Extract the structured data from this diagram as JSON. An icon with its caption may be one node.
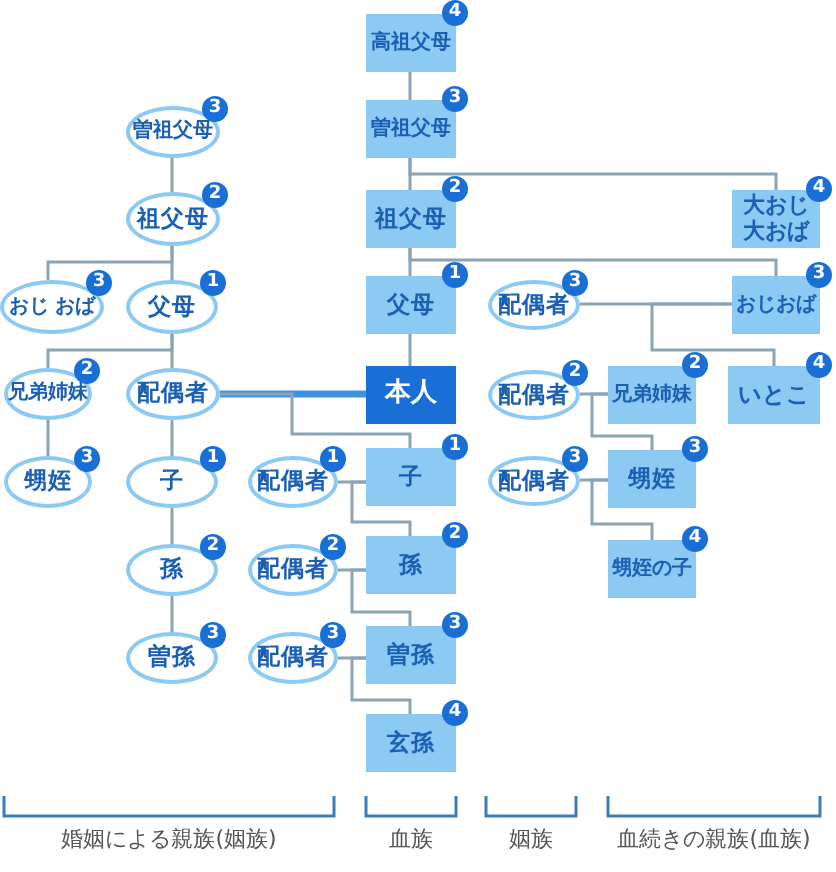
{
  "diagram": {
    "nodes": [
      {
        "text": [
          "4",
          "高祖父母"
        ]
      },
      {
        "text": [
          "3",
          "曽祖父母"
        ]
      },
      {
        "text": [
          "3",
          "曽祖父母"
        ]
      },
      {
        "text": [
          "2",
          "祖父母"
        ]
      },
      {
        "text": [
          "2",
          "祖父母"
        ]
      },
      {
        "text": [
          "4",
          "大おじ大おば"
        ]
      },
      {
        "text": [
          "3",
          "おじ おば"
        ]
      },
      {
        "text": [
          "1",
          "父母"
        ]
      },
      {
        "text": [
          "1",
          "父母"
        ]
      },
      {
        "text": [
          "3",
          "配偶者"
        ]
      },
      {
        "text": [
          "3",
          "おじおば"
        ]
      },
      {
        "text": [
          "2",
          "兄弟姉妹"
        ]
      },
      {
        "text": [
          "配偶者"
        ]
      },
      {
        "text": [
          "本人"
        ]
      },
      {
        "text": [
          "2",
          "配偶者"
        ]
      },
      {
        "text": [
          "2",
          "兄弟姉妹"
        ]
      },
      {
        "text": [
          "4",
          "いとこ"
        ]
      },
      {
        "text": [
          "3",
          "甥姪"
        ]
      },
      {
        "text": [
          "1",
          "子"
        ]
      },
      {
        "text": [
          "1",
          "配偶者"
        ]
      },
      {
        "text": [
          "1",
          "子"
        ]
      },
      {
        "text": [
          "3",
          "配偶者"
        ]
      },
      {
        "text": [
          "3",
          "甥姪"
        ]
      },
      {
        "text": [
          "2",
          "孫"
        ]
      },
      {
        "text": [
          "2",
          "配偶者"
        ]
      },
      {
        "text": [
          "2",
          "孫"
        ]
      },
      {
        "text": [
          "4",
          "甥姪の子"
        ]
      },
      {
        "text": [
          "3",
          "曽孫"
        ]
      },
      {
        "text": [
          "3",
          "配偶者"
        ]
      },
      {
        "text": [
          "3",
          "曽孫"
        ]
      },
      {
        "text": [
          "4",
          "玄孫"
        ]
      }
    ],
    "edges": [
      {
        "from": 0,
        "to": 2,
        "arrow": "none"
      },
      {
        "from": 2,
        "to": 4,
        "arrow": "none"
      },
      {
        "from": 2,
        "to": 5,
        "arrow": "none"
      },
      {
        "from": 4,
        "to": 8,
        "arrow": "none"
      },
      {
        "from": 4,
        "to": 10,
        "arrow": "none"
      },
      {
        "from": 8,
        "to": 13,
        "arrow": "none"
      },
      {
        "from": 9,
        "to": 10,
        "arrow": "none"
      },
      {
        "from": 10,
        "to": 16,
        "arrow": "none"
      },
      {
        "from": 14,
        "to": 15,
        "arrow": "none"
      },
      {
        "from": 15,
        "to": 22,
        "arrow": "none"
      },
      {
        "from": 21,
        "to": 22,
        "arrow": "none"
      },
      {
        "from": 22,
        "to": 26,
        "arrow": "none"
      },
      {
        "from": 12,
        "to": 13,
        "arrow": "none",
        "style": "thick",
        "color": "#3d93e0"
      },
      {
        "from": 12,
        "to": 20,
        "arrow": "none"
      },
      {
        "from": 19,
        "to": 20,
        "arrow": "none"
      },
      {
        "from": 20,
        "to": 25,
        "arrow": "none"
      },
      {
        "from": 24,
        "to": 25,
        "arrow": "none"
      },
      {
        "from": 25,
        "to": 29,
        "arrow": "none"
      },
      {
        "from": 28,
        "to": 29,
        "arrow": "none"
      },
      {
        "from": 29,
        "to": 30,
        "arrow": "none"
      },
      {
        "from": 1,
        "to": 3,
        "arrow": "none"
      },
      {
        "from": 3,
        "to": 6,
        "arrow": "none"
      },
      {
        "from": 3,
        "to": 7,
        "arrow": "none"
      },
      {
        "from": 7,
        "to": 11,
        "arrow": "none"
      },
      {
        "from": 7,
        "to": 12,
        "arrow": "none"
      },
      {
        "from": 11,
        "to": 17,
        "arrow": "none"
      },
      {
        "from": 12,
        "to": 18,
        "arrow": "none"
      },
      {
        "from": 18,
        "to": 23,
        "arrow": "none"
      },
      {
        "from": 23,
        "to": 27,
        "arrow": "none"
      }
    ],
    "labels": [
      "婚姻による親族(姻族)",
      "血族",
      "姻族",
      "血続きの親族(血族)"
    ]
  }
}
